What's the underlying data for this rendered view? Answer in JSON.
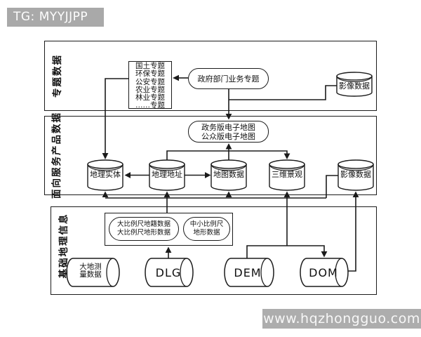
{
  "badge": {
    "text": "TG: MYYJJPP"
  },
  "watermark": {
    "text": "www.hqzhongguo.com"
  },
  "colors": {
    "line": "#1b1b1b",
    "badge_bg": "#a9a9a9",
    "watermark_bg": "#adadad",
    "cylinder_band": "#c4c4c4",
    "background": "#ffffff"
  },
  "sections": {
    "thematic": {
      "label": "专题数据"
    },
    "service": {
      "label": "面向服务产品数据"
    },
    "base": {
      "label": "基础地理信息"
    }
  },
  "nodes": {
    "topics_box": {
      "lines": [
        "国土专题",
        "环保专题",
        "公安专题",
        "农业专题",
        "林业专题",
        "……专题"
      ]
    },
    "gov_topic": {
      "label": "政府部门业务专题"
    },
    "image_data_top": {
      "label": "影像数据"
    },
    "emap": {
      "line1": "政务版电子地图",
      "line2": "公众版电子地图"
    },
    "geo_entity": {
      "label": "地理实体"
    },
    "geo_address": {
      "label": "地理地址"
    },
    "map_data": {
      "label": "地图数据"
    },
    "scene_3d": {
      "label": "三维景观"
    },
    "image_data_mid": {
      "label": "影像数据"
    },
    "large_scale": {
      "line1": "大比例尺地籍数据",
      "line2": "大比例尺地形数据"
    },
    "mid_small_scale": {
      "line1": "中小比例尺",
      "line2": "地形数据"
    },
    "geodetic": {
      "line1": "大地测",
      "line2": "量数据"
    },
    "dlg": {
      "label": "DLG"
    },
    "dem": {
      "label": "DEM"
    },
    "dom": {
      "label": "DOM"
    }
  }
}
